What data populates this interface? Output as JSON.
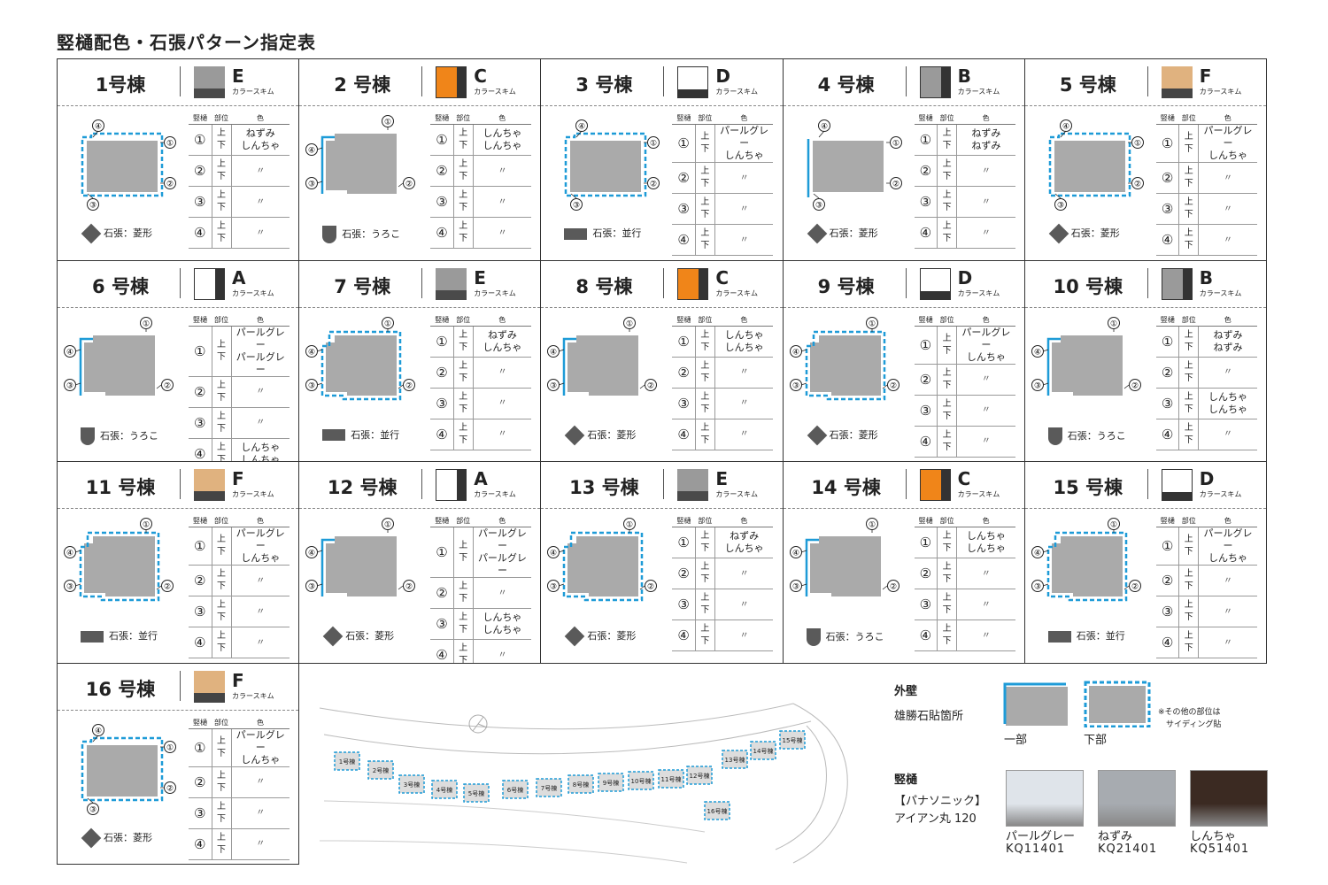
{
  "title": "竪樋配色・石張パターン指定表",
  "labels": {
    "hdr_gutter": "竪樋",
    "hdr_part": "部位",
    "hdr_color": "色",
    "scheme": "カラースキム",
    "part": "上\n下",
    "ditto": "〃"
  },
  "swatch_colors": {
    "E": [
      "#9a9a9a",
      "#4a4a4a"
    ],
    "C": [
      "#f08519",
      "#333333"
    ],
    "D": [
      "#ffffff",
      "#333333"
    ],
    "B": [
      "#9a9a9a",
      "#333333"
    ],
    "F": [
      "#e0b27f",
      "#444444"
    ],
    "A": [
      "#ffffff",
      "#333333"
    ]
  },
  "stone_types": {
    "diamond": "石張：菱形",
    "scale": "石張：うろこ",
    "row": "石張：並行"
  },
  "buildings": [
    {
      "name": "1号棟",
      "scheme": "E",
      "stone": "diamond",
      "shape": "A",
      "mark": "dashed",
      "colors": [
        "ねずみ\nしんちゃ",
        "〃",
        "〃",
        "〃"
      ]
    },
    {
      "name": "2 号棟",
      "scheme": "C",
      "stone": "scale",
      "shape": "B",
      "mark": "solid",
      "colors": [
        "しんちゃ\nしんちゃ",
        "〃",
        "〃",
        "〃"
      ]
    },
    {
      "name": "3 号棟",
      "scheme": "D",
      "stone": "row",
      "shape": "A",
      "mark": "dashed",
      "colors": [
        "パールグレー\nしんちゃ",
        "〃",
        "〃",
        "〃"
      ]
    },
    {
      "name": "4 号棟",
      "scheme": "B",
      "stone": "diamond",
      "shape": "A",
      "mark": "solid",
      "colors": [
        "ねずみ\nねずみ",
        "〃",
        "〃",
        "〃"
      ]
    },
    {
      "name": "5 号棟",
      "scheme": "F",
      "stone": "diamond",
      "shape": "A",
      "mark": "dashed",
      "colors": [
        "パールグレー\nしんちゃ",
        "〃",
        "〃",
        "〃"
      ]
    },
    {
      "name": "6 号棟",
      "scheme": "A",
      "stone": "scale",
      "shape": "B",
      "mark": "solid",
      "colors": [
        "パールグレー\nパールグレー",
        "〃",
        "〃",
        "しんちゃ\nしんちゃ"
      ]
    },
    {
      "name": "7 号棟",
      "scheme": "E",
      "stone": "row",
      "shape": "B",
      "mark": "dashed",
      "colors": [
        "ねずみ\nしんちゃ",
        "〃",
        "〃",
        "〃"
      ]
    },
    {
      "name": "8 号棟",
      "scheme": "C",
      "stone": "diamond",
      "shape": "B",
      "mark": "solid",
      "colors": [
        "しんちゃ\nしんちゃ",
        "〃",
        "〃",
        "〃"
      ]
    },
    {
      "name": "9 号棟",
      "scheme": "D",
      "stone": "diamond",
      "shape": "B",
      "mark": "dashed",
      "colors": [
        "パールグレー\nしんちゃ",
        "〃",
        "〃",
        "〃"
      ]
    },
    {
      "name": "10 号棟",
      "scheme": "B",
      "stone": "scale",
      "shape": "B",
      "mark": "solid",
      "colors": [
        "ねずみ\nねずみ",
        "〃",
        "しんちゃ\nしんちゃ",
        "〃"
      ]
    },
    {
      "name": "11 号棟",
      "scheme": "F",
      "stone": "row",
      "shape": "B",
      "mark": "dashed",
      "colors": [
        "パールグレー\nしんちゃ",
        "〃",
        "〃",
        "〃"
      ]
    },
    {
      "name": "12 号棟",
      "scheme": "A",
      "stone": "diamond",
      "shape": "B",
      "mark": "solid",
      "colors": [
        "パールグレー\nパールグレー",
        "〃",
        "しんちゃ\nしんちゃ",
        "〃"
      ]
    },
    {
      "name": "13 号棟",
      "scheme": "E",
      "stone": "diamond",
      "shape": "B",
      "mark": "dashed",
      "colors": [
        "ねずみ\nしんちゃ",
        "〃",
        "〃",
        "〃"
      ]
    },
    {
      "name": "14 号棟",
      "scheme": "C",
      "stone": "scale",
      "shape": "B",
      "mark": "solid",
      "colors": [
        "しんちゃ\nしんちゃ",
        "〃",
        "〃",
        "〃"
      ]
    },
    {
      "name": "15 号棟",
      "scheme": "D",
      "stone": "row",
      "shape": "B",
      "mark": "dashed",
      "colors": [
        "パールグレー\nしんちゃ",
        "〃",
        "〃",
        "〃"
      ]
    },
    {
      "name": "16 号棟",
      "scheme": "F",
      "stone": "diamond",
      "shape": "A",
      "mark": "dashed",
      "colors": [
        "パールグレー\nしんちゃ",
        "〃",
        "〃",
        "〃"
      ]
    }
  ],
  "legend": {
    "wall_title": "外壁",
    "wall_sub": "雄勝石貼箇所",
    "partial": "一部",
    "lower": "下部",
    "note": "※その他の部位は\n　サイディング貼",
    "gutter_title": "竪樋",
    "maker": "【パナソニック】",
    "product": "アイアン丸 120",
    "samples": [
      {
        "name": "パールグレー",
        "code": "KQ11401",
        "color": "#dfe4ea"
      },
      {
        "name": "ねずみ",
        "code": "KQ21401",
        "color": "#a7abb0"
      },
      {
        "name": "しんちゃ",
        "code": "KQ51401",
        "color": "#3b2a22"
      }
    ]
  },
  "site_labels": [
    "1号棟",
    "2号棟",
    "3号棟",
    "4号棟",
    "5号棟",
    "6号棟",
    "7号棟",
    "8号棟",
    "9号棟",
    "10号棟",
    "11号棟",
    "12号棟",
    "13号棟",
    "14号棟",
    "15号棟",
    "16号棟"
  ]
}
